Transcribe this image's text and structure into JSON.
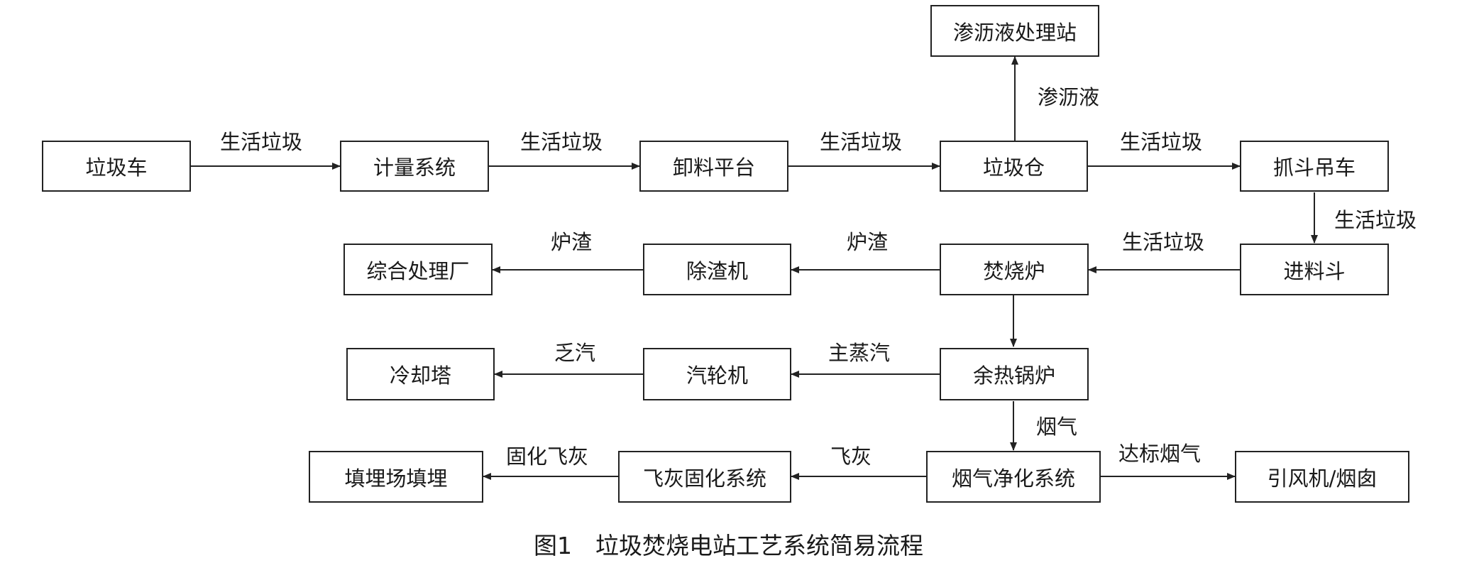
{
  "nodes": {
    "truck": "垃圾车",
    "weighing": "计量系统",
    "unloading": "卸料平台",
    "bunker": "垃圾仓",
    "crane": "抓斗吊车",
    "leachate_station": "渗沥液处理站",
    "hopper": "进料斗",
    "incinerator": "焚烧炉",
    "slag_remover": "除渣机",
    "treatment_plant": "综合处理厂",
    "boiler": "余热锅炉",
    "turbine": "汽轮机",
    "cooling_tower": "冷却塔",
    "flue_gas": "烟气净化系统",
    "fly_ash_system": "飞灰固化系统",
    "landfill": "填埋场填埋",
    "fan_chimney": "引风机/烟囱"
  },
  "edges": {
    "truck_weighing": "生活垃圾",
    "weighing_unloading": "生活垃圾",
    "unloading_bunker": "生活垃圾",
    "bunker_crane": "生活垃圾",
    "bunker_leachate": "渗沥液",
    "crane_hopper": "生活垃圾",
    "hopper_incinerator": "生活垃圾",
    "incinerator_slag": "炉渣",
    "slag_plant": "炉渣",
    "boiler_turbine": "主蒸汽",
    "turbine_cooling": "乏汽",
    "boiler_flue": "烟气",
    "flue_flyash": "飞灰",
    "flyash_landfill": "固化飞灰",
    "flue_fan": "达标烟气"
  },
  "caption": "图1　垃圾焚烧电站工艺系统简易流程"
}
